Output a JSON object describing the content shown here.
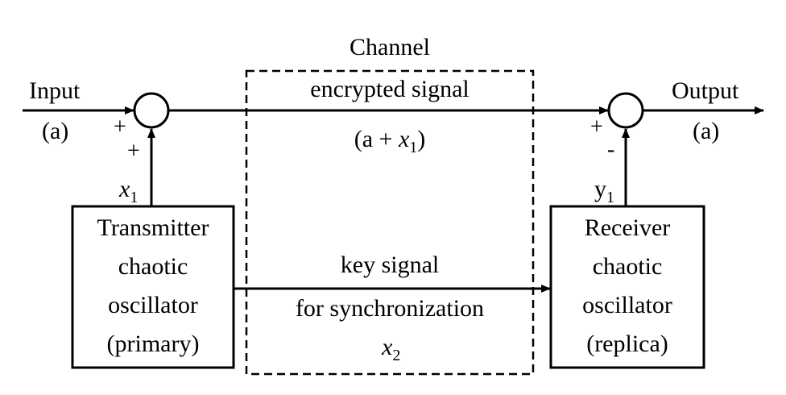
{
  "channel": {
    "title": "Channel",
    "encrypted_label": "encrypted signal",
    "encrypted_expr_open": "(a + ",
    "encrypted_expr_var": "x",
    "encrypted_expr_sub": "1",
    "encrypted_expr_close": ")",
    "key_label_1": "key signal",
    "key_label_2": "for synchronization",
    "key_var": "x",
    "key_sub": "2"
  },
  "input": {
    "label": "Input",
    "value": "(a)",
    "sign_left": "+",
    "sign_bottom": "+"
  },
  "output": {
    "label": "Output",
    "value": "(a)",
    "sign_left": "+",
    "sign_bottom": "-"
  },
  "transmitter": {
    "lines": [
      "Transmitter",
      "chaotic",
      "oscillator",
      "(primary)"
    ],
    "signal_var": "x",
    "signal_sub": "1"
  },
  "receiver": {
    "lines": [
      "Receiver",
      "chaotic",
      "oscillator",
      "(replica)"
    ],
    "signal_var": "y",
    "signal_sub": "1"
  }
}
